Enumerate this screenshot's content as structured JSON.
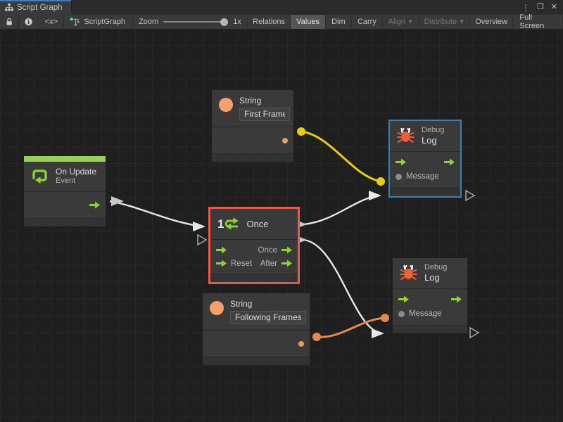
{
  "window": {
    "tab_label": "Script Graph",
    "tab_icon": "graph-hierarchy-icon",
    "controls": {
      "kebab": "⋮",
      "maximize": "❐",
      "close": "✕"
    }
  },
  "toolbar": {
    "lock_icon": "lock-icon",
    "info_icon": "info-icon",
    "code_icon": "<x>",
    "graph_icon": "script-graph-icon",
    "graph_name": "ScriptGraph",
    "zoom_label": "Zoom",
    "zoom_value": "1x",
    "buttons": [
      {
        "label": "Relations",
        "active": false,
        "disabled": false
      },
      {
        "label": "Values",
        "active": true,
        "disabled": false
      },
      {
        "label": "Dim",
        "active": false,
        "disabled": false
      },
      {
        "label": "Carry",
        "active": false,
        "disabled": false
      },
      {
        "label": "Align",
        "active": false,
        "disabled": true,
        "caret": "▼"
      },
      {
        "label": "Distribute",
        "active": false,
        "disabled": true,
        "caret": "▼"
      },
      {
        "label": "Overview",
        "active": false,
        "disabled": false
      },
      {
        "label": "Full Screen",
        "active": false,
        "disabled": false
      }
    ]
  },
  "colors": {
    "flow_edge": "#e8e8e8",
    "string_edge_1": "#e8cc10",
    "string_edge_2": "#e08a50",
    "selection_red": "#e8584b",
    "selection_blue": "#3a7fb5",
    "event_accent": "#97d054",
    "port_arrow_green": "#8ed233",
    "value_orange": "#f3a06a",
    "canvas_bg": "#1f1f1f",
    "node_bg": "#3a3a3a"
  },
  "nodes": {
    "on_update": {
      "title": "On Update",
      "subtitle": "Event",
      "icon": "event-loop-icon",
      "selected": false
    },
    "string_first": {
      "title": "String",
      "icon": "string-value-icon",
      "field_value": "First Frame",
      "selected": false
    },
    "string_following": {
      "title": "String",
      "icon": "string-value-icon",
      "field_value": "Following Frames",
      "selected": false
    },
    "once": {
      "title": "Once",
      "icon": "once-counter-icon",
      "icon_number": "1",
      "selected": true,
      "selection_color": "#e8584b",
      "inputs": [
        {
          "label": "",
          "type": "flow"
        },
        {
          "label": "Reset",
          "type": "flow"
        }
      ],
      "outputs": [
        {
          "label": "Once",
          "type": "flow"
        },
        {
          "label": "After",
          "type": "flow"
        }
      ]
    },
    "debug_log_1": {
      "title": "Debug",
      "subtitle": "Log",
      "icon": "bug-icon",
      "selected": true,
      "selection_color": "#3a7fb5",
      "message_label": "Message"
    },
    "debug_log_2": {
      "title": "Debug",
      "subtitle": "Log",
      "icon": "bug-icon",
      "selected": false,
      "message_label": "Message"
    }
  }
}
